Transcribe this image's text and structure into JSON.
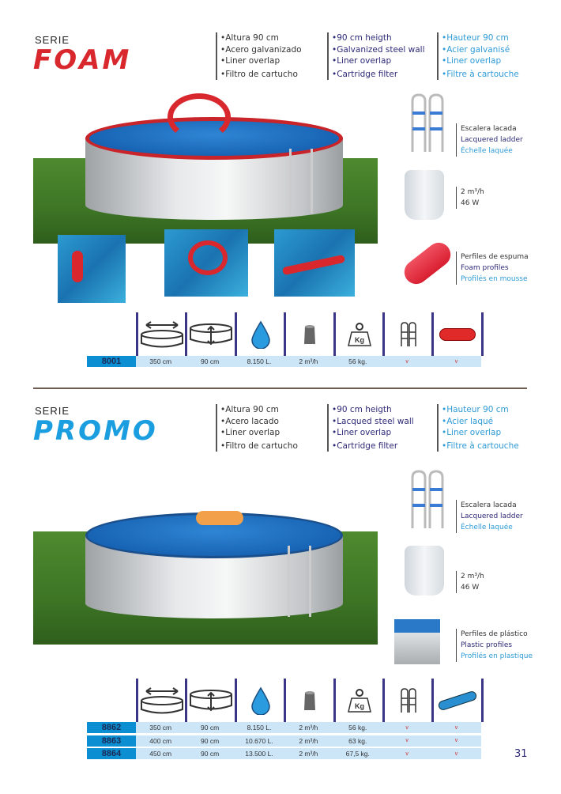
{
  "sections": [
    {
      "serie": "SERIE",
      "name": "FOAM",
      "name_color": "#d8282e",
      "bullets_es": [
        "•Altura 90 cm",
        "•Acero galvanizado",
        "•Liner overlap",
        "•Filtro de cartucho"
      ],
      "bullets_en": [
        "•90 cm heigth",
        "•Galvanized steel wall",
        "•Liner overlap",
        "•Cartridge filter"
      ],
      "bullets_fr": [
        "•Hauteur 90 cm",
        "•Acier galvanisé",
        "•Liner overlap",
        "•Filtre à cartouche"
      ],
      "ladder": {
        "es": "Escalera lacada",
        "en": "Lacquered ladder",
        "fr": "Échelle laquée"
      },
      "pump": {
        "flow": "2 m³/h",
        "power": "46 W"
      },
      "profile": {
        "es": "Perfiles de espuma",
        "en": "Foam profiles",
        "fr": "Profilés en mousse"
      },
      "rows": [
        [
          "8001",
          "350 cm",
          "90 cm",
          "8.150 L.",
          "2 m³/h",
          "56 kg.",
          "v",
          "v"
        ]
      ]
    },
    {
      "serie": "SERIE",
      "name": "PROMO",
      "name_color": "#1a9ee0",
      "bullets_es": [
        "•Altura 90 cm",
        "•Acero lacado",
        "•Liner overlap",
        "•Filtro de cartucho"
      ],
      "bullets_en": [
        "•90 cm heigth",
        "•Lacqued steel wall",
        "•Liner overlap",
        "•Cartridge filter"
      ],
      "bullets_fr": [
        "•Hauteur 90 cm",
        "•Acier laqué",
        "•Liner overlap",
        "•Filtre à cartouche"
      ],
      "ladder": {
        "es": "Escalera lacada",
        "en": "Lacquered ladder",
        "fr": "Échelle laquée"
      },
      "pump": {
        "flow": "2 m³/h",
        "power": "46 W"
      },
      "profile": {
        "es": "Perfiles de plástico",
        "en": "Plastic profiles",
        "fr": "Profilés en plastique"
      },
      "rows": [
        [
          "8862",
          "350 cm",
          "90 cm",
          "8.150 L.",
          "2 m³/h",
          "56 kg.",
          "v",
          "v"
        ],
        [
          "8863",
          "400 cm",
          "90 cm",
          "10.670 L.",
          "2 m³/h",
          "63 kg.",
          "v",
          "v"
        ],
        [
          "8864",
          "450 cm",
          "90 cm",
          "13.500 L.",
          "2 m³/h",
          "67,5 kg.",
          "v",
          "v"
        ]
      ]
    }
  ],
  "table_icons": [
    "diameter-icon",
    "height-icon",
    "water-volume-icon",
    "filter-icon",
    "weight-icon",
    "ladder-icon",
    "profile-icon"
  ],
  "weight_icon_label": "Kg",
  "page_number": "31",
  "colors": {
    "code_cell": "#0b8fd2",
    "data_cell": "#cce6f8",
    "en_text": "#2e2a78",
    "fr_text": "#2e9bd6"
  }
}
